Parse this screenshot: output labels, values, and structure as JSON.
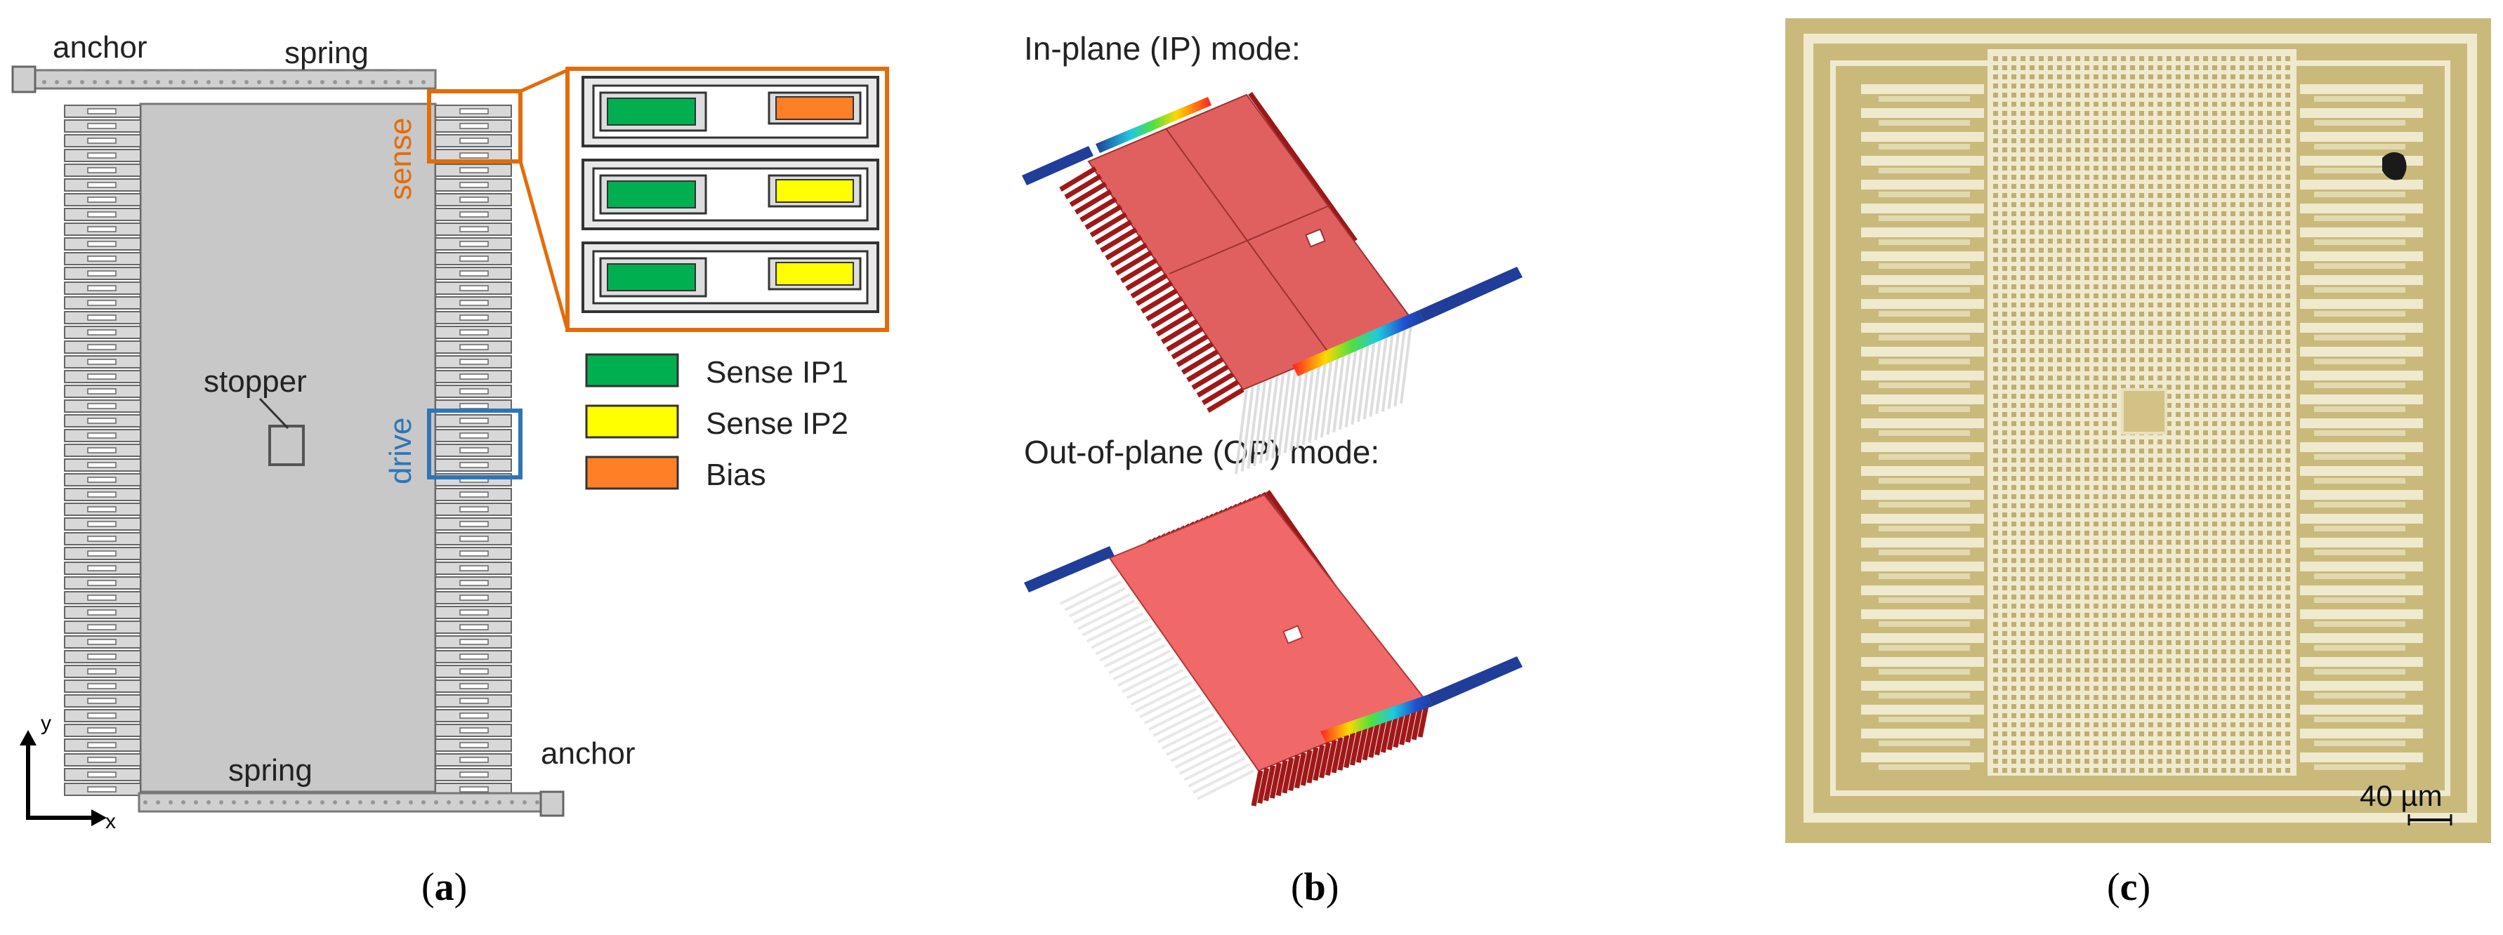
{
  "panel_a": {
    "labels": {
      "anchor_top": "anchor",
      "spring_top": "spring",
      "sense": "sense",
      "stopper": "stopper",
      "drive": "drive",
      "spring_bottom": "spring",
      "anchor_bottom": "anchor",
      "axis_y": "y",
      "axis_x": "x"
    },
    "legend": [
      {
        "label": "Sense IP1",
        "color": "#00b050"
      },
      {
        "label": "Sense IP2",
        "color": "#ffff00"
      },
      {
        "label": "Bias",
        "color": "#ff7f27"
      }
    ],
    "colors": {
      "sense": "#e36c0a",
      "drive": "#2e75b6",
      "mass": "#c8c8c8"
    },
    "caption": {
      "open": "(",
      "letter": "a",
      "close": ")"
    }
  },
  "panel_b": {
    "ip_title": "In-plane (IP) mode:",
    "op_title": "Out-of-plane (OP) mode:",
    "colors": {
      "mass": "#e05050",
      "fingers": "#a01818",
      "anchor": "#1f3d99"
    },
    "caption": {
      "open": "(",
      "letter": "b",
      "close": ")"
    }
  },
  "panel_c": {
    "scale_label": "40 µm",
    "colors": {
      "background": "#c9ba7c",
      "structure": "#efe9ce"
    },
    "caption": {
      "open": "(",
      "letter": "c",
      "close": ")"
    }
  }
}
